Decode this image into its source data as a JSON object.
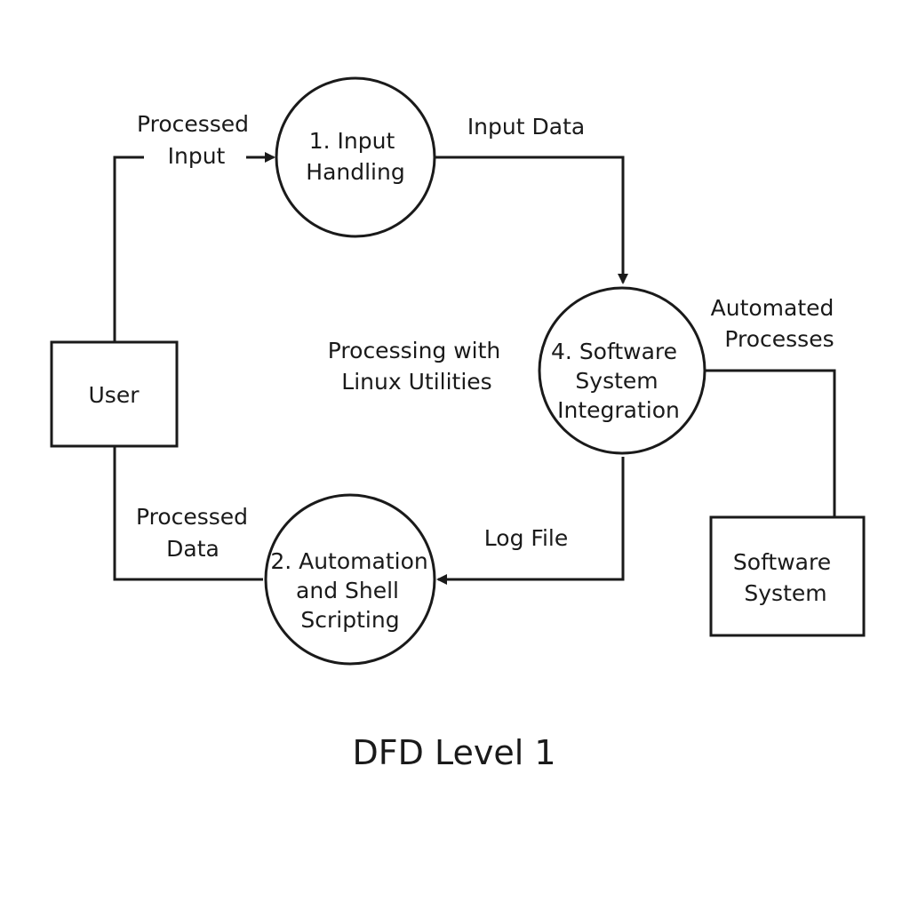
{
  "diagram": {
    "title": "DFD Level 1",
    "entities": {
      "user": "User",
      "software_system": [
        "Software",
        "System"
      ]
    },
    "processes": {
      "input_handling": [
        "1. Input",
        "Handling"
      ],
      "software_integration": [
        "4. Software",
        "System",
        "Integration"
      ],
      "automation": [
        "2. Automation",
        "and Shell",
        "Scripting"
      ]
    },
    "flows": {
      "processed_input": [
        "Processed",
        "Input"
      ],
      "input_data": "Input Data",
      "automated_processes": [
        "Automated",
        "Processes"
      ],
      "log_file": "Log File",
      "processed_data": [
        "Processed",
        "Data"
      ],
      "processing_linux": [
        "Processing with",
        "Linux Utilities"
      ]
    }
  }
}
